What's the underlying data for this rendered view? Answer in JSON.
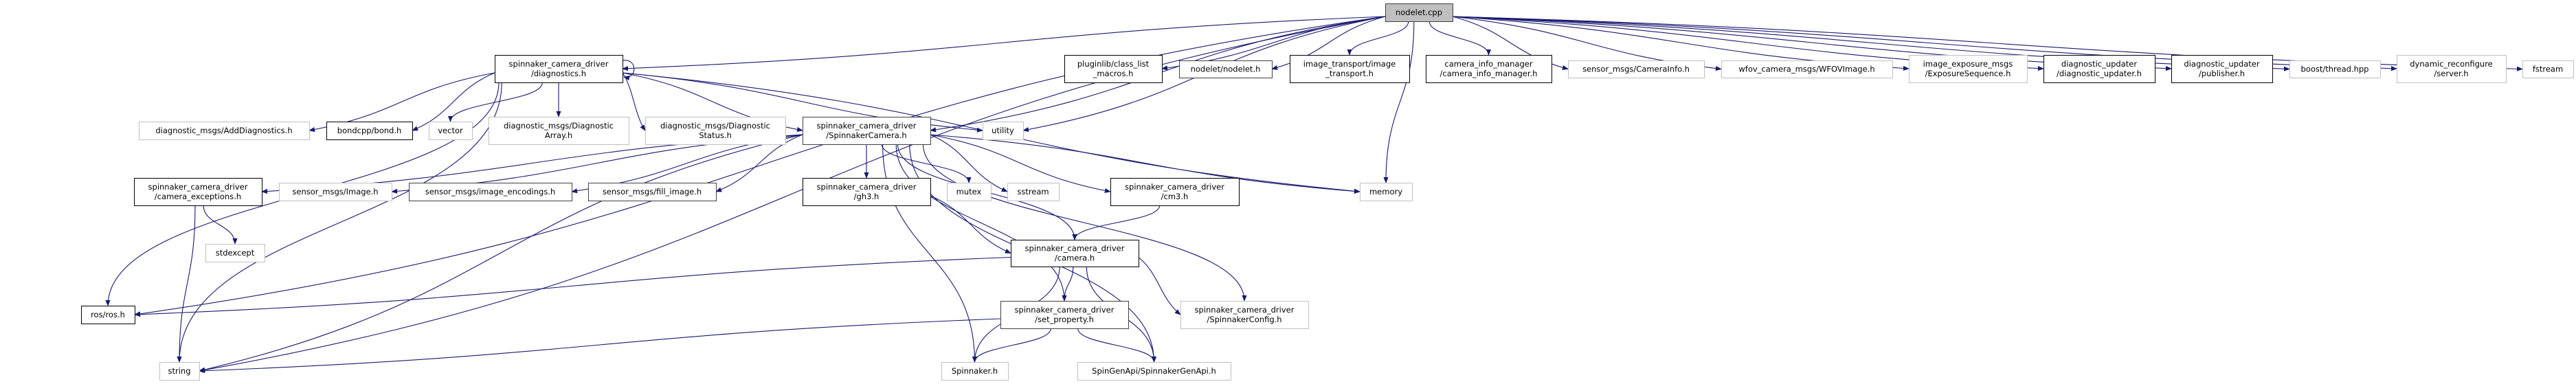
{
  "diagram": {
    "type": "include-dependency-graph",
    "colors": {
      "edge": "#191970",
      "root_fill": "#bfbfbf",
      "documented_border": "#000000",
      "partial_border": "#404040",
      "external_border": "#bfbfbf"
    },
    "nodes": [
      {
        "id": "nodelet_cpp",
        "lines": [
          "nodelet.cpp"
        ],
        "style": "root"
      },
      {
        "id": "diagnostics_h",
        "lines": [
          "spinnaker_camera_driver",
          "/diagnostics.h"
        ],
        "style": "documented"
      },
      {
        "id": "pluginlib",
        "lines": [
          "pluginlib/class_list",
          "_macros.h"
        ],
        "style": "documented"
      },
      {
        "id": "nodelet_h",
        "lines": [
          "nodelet/nodelet.h"
        ],
        "style": "partial"
      },
      {
        "id": "image_transport",
        "lines": [
          "image_transport/image",
          "_transport.h"
        ],
        "style": "documented"
      },
      {
        "id": "camera_info_manager",
        "lines": [
          "camera_info_manager",
          "/camera_info_manager.h"
        ],
        "style": "documented"
      },
      {
        "id": "camerainfo",
        "lines": [
          "sensor_msgs/CameraInfo.h"
        ],
        "style": "external"
      },
      {
        "id": "wfov",
        "lines": [
          "wfov_camera_msgs/WFOVImage.h"
        ],
        "style": "external"
      },
      {
        "id": "exposure",
        "lines": [
          "image_exposure_msgs",
          "/ExposureSequence.h"
        ],
        "style": "external"
      },
      {
        "id": "diag_updater",
        "lines": [
          "diagnostic_updater",
          "/diagnostic_updater.h"
        ],
        "style": "documented"
      },
      {
        "id": "diag_publisher",
        "lines": [
          "diagnostic_updater",
          "/publisher.h"
        ],
        "style": "documented"
      },
      {
        "id": "boost_thread",
        "lines": [
          "boost/thread.hpp"
        ],
        "style": "external"
      },
      {
        "id": "dyn_reconf",
        "lines": [
          "dynamic_reconfigure",
          "/server.h"
        ],
        "style": "external"
      },
      {
        "id": "fstream",
        "lines": [
          "fstream"
        ],
        "style": "external"
      },
      {
        "id": "add_diag",
        "lines": [
          "diagnostic_msgs/AddDiagnostics.h"
        ],
        "style": "external"
      },
      {
        "id": "bond",
        "lines": [
          "bondcpp/bond.h"
        ],
        "style": "documented"
      },
      {
        "id": "vector",
        "lines": [
          "vector"
        ],
        "style": "external"
      },
      {
        "id": "diag_array",
        "lines": [
          "diagnostic_msgs/Diagnostic",
          "Array.h"
        ],
        "style": "external"
      },
      {
        "id": "diag_status",
        "lines": [
          "diagnostic_msgs/Diagnostic",
          "Status.h"
        ],
        "style": "external"
      },
      {
        "id": "spinnaker_camera",
        "lines": [
          "spinnaker_camera_driver",
          "/SpinnakerCamera.h"
        ],
        "style": "partial"
      },
      {
        "id": "utility",
        "lines": [
          "utility"
        ],
        "style": "external"
      },
      {
        "id": "memory",
        "lines": [
          "memory"
        ],
        "style": "external"
      },
      {
        "id": "camera_exceptions",
        "lines": [
          "spinnaker_camera_driver",
          "/camera_exceptions.h"
        ],
        "style": "documented"
      },
      {
        "id": "sm_image",
        "lines": [
          "sensor_msgs/Image.h"
        ],
        "style": "external"
      },
      {
        "id": "image_encodings",
        "lines": [
          "sensor_msgs/image_encodings.h"
        ],
        "style": "partial"
      },
      {
        "id": "fill_image",
        "lines": [
          "sensor_msgs/fill_image.h"
        ],
        "style": "partial"
      },
      {
        "id": "gh3",
        "lines": [
          "spinnaker_camera_driver",
          "/gh3.h"
        ],
        "style": "documented"
      },
      {
        "id": "mutex",
        "lines": [
          "mutex"
        ],
        "style": "external"
      },
      {
        "id": "sstream",
        "lines": [
          "sstream"
        ],
        "style": "external"
      },
      {
        "id": "cm3",
        "lines": [
          "spinnaker_camera_driver",
          "/cm3.h"
        ],
        "style": "documented"
      },
      {
        "id": "stdexcept",
        "lines": [
          "stdexcept"
        ],
        "style": "external"
      },
      {
        "id": "camera_h",
        "lines": [
          "spinnaker_camera_driver",
          "/camera.h"
        ],
        "style": "documented"
      },
      {
        "id": "ros_h",
        "lines": [
          "ros/ros.h"
        ],
        "style": "documented"
      },
      {
        "id": "set_property",
        "lines": [
          "spinnaker_camera_driver",
          "/set_property.h"
        ],
        "style": "partial"
      },
      {
        "id": "spinnaker_config",
        "lines": [
          "spinnaker_camera_driver",
          "/SpinnakerConfig.h"
        ],
        "style": "external"
      },
      {
        "id": "string",
        "lines": [
          "string"
        ],
        "style": "external"
      },
      {
        "id": "spinnaker_h",
        "lines": [
          "Spinnaker.h"
        ],
        "style": "external"
      },
      {
        "id": "spingenapi",
        "lines": [
          "SpinGenApi/SpinnakerGenApi.h"
        ],
        "style": "external"
      }
    ],
    "edges": [
      [
        "nodelet_cpp",
        "diagnostics_h"
      ],
      [
        "nodelet_cpp",
        "spinnaker_camera"
      ],
      [
        "nodelet_cpp",
        "pluginlib"
      ],
      [
        "nodelet_cpp",
        "nodelet_h"
      ],
      [
        "nodelet_cpp",
        "image_transport"
      ],
      [
        "nodelet_cpp",
        "camera_info_manager"
      ],
      [
        "nodelet_cpp",
        "camerainfo"
      ],
      [
        "nodelet_cpp",
        "wfov"
      ],
      [
        "nodelet_cpp",
        "exposure"
      ],
      [
        "nodelet_cpp",
        "diag_updater"
      ],
      [
        "nodelet_cpp",
        "diag_publisher"
      ],
      [
        "nodelet_cpp",
        "boost_thread"
      ],
      [
        "nodelet_cpp",
        "dyn_reconf"
      ],
      [
        "nodelet_cpp",
        "fstream"
      ],
      [
        "nodelet_cpp",
        "utility"
      ],
      [
        "nodelet_cpp",
        "memory"
      ],
      [
        "nodelet_cpp",
        "ros_h"
      ],
      [
        "nodelet_cpp",
        "string"
      ],
      [
        "diagnostics_h",
        "add_diag"
      ],
      [
        "diagnostics_h",
        "bond"
      ],
      [
        "diagnostics_h",
        "vector"
      ],
      [
        "diagnostics_h",
        "diag_array"
      ],
      [
        "diagnostics_h",
        "diag_status"
      ],
      [
        "diagnostics_h",
        "spinnaker_camera"
      ],
      [
        "diagnostics_h",
        "utility"
      ],
      [
        "diagnostics_h",
        "memory"
      ],
      [
        "diagnostics_h",
        "ros_h"
      ],
      [
        "diagnostics_h",
        "string"
      ],
      [
        "diagnostics_h",
        "diagnostics_h"
      ],
      [
        "spinnaker_camera",
        "camera_exceptions"
      ],
      [
        "spinnaker_camera",
        "sm_image"
      ],
      [
        "spinnaker_camera",
        "image_encodings"
      ],
      [
        "spinnaker_camera",
        "fill_image"
      ],
      [
        "spinnaker_camera",
        "gh3"
      ],
      [
        "spinnaker_camera",
        "mutex"
      ],
      [
        "spinnaker_camera",
        "sstream"
      ],
      [
        "spinnaker_camera",
        "cm3"
      ],
      [
        "spinnaker_camera",
        "memory"
      ],
      [
        "spinnaker_camera",
        "camera_h"
      ],
      [
        "spinnaker_camera",
        "set_property"
      ],
      [
        "spinnaker_camera",
        "spinnaker_config"
      ],
      [
        "spinnaker_camera",
        "spingenapi"
      ],
      [
        "spinnaker_camera",
        "spinnaker_h"
      ],
      [
        "spinnaker_camera",
        "string"
      ],
      [
        "camera_exceptions",
        "stdexcept"
      ],
      [
        "camera_exceptions",
        "string"
      ],
      [
        "gh3",
        "camera_h"
      ],
      [
        "cm3",
        "camera_h"
      ],
      [
        "camera_h",
        "ros_h"
      ],
      [
        "camera_h",
        "spinnaker_h"
      ],
      [
        "camera_h",
        "set_property"
      ],
      [
        "camera_h",
        "spinnaker_config"
      ],
      [
        "camera_h",
        "spingenapi"
      ],
      [
        "set_property",
        "string"
      ],
      [
        "set_property",
        "spinnaker_h"
      ],
      [
        "set_property",
        "spingenapi"
      ]
    ]
  }
}
